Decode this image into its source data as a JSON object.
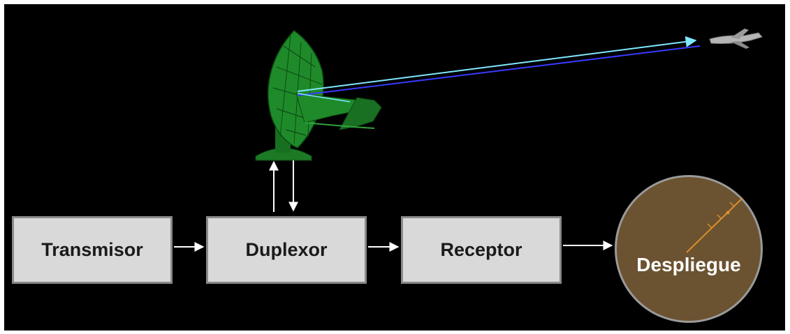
{
  "blocks": {
    "transmitter": "Transmisor",
    "duplexer": "Duplexor",
    "receiver": "Receptor",
    "display": "Despliegue"
  },
  "icons": [
    "radar-antenna-icon",
    "aircraft-icon"
  ],
  "colors": {
    "background": "#000000",
    "block_fill": "#d9d9d9",
    "block_border": "#8a8a8a",
    "display_fill": "#6b5230",
    "sweep_line": "#d9902a",
    "antenna_green": "#1f8a2a",
    "beam_outgoing": "#7fe8ff",
    "beam_return": "#3a3aff",
    "arrow": "#ffffff"
  }
}
